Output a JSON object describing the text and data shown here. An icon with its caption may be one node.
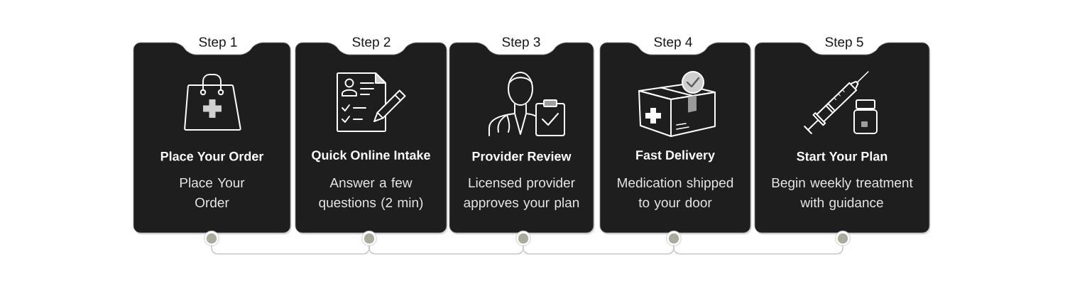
{
  "diagram": {
    "nodes": [
      {
        "text": [
          "Step 1",
          "Place Your Order",
          "Place Your Order"
        ]
      },
      {
        "text": [
          "Step 2",
          "Quick Online Intake",
          "Answer a few questions (2 min)"
        ]
      },
      {
        "text": [
          "Step 3",
          "Provider Review",
          "Licensed provider approves your plan"
        ]
      },
      {
        "text": [
          "Step 4",
          "Fast Delivery",
          "Medication shipped to your door"
        ]
      },
      {
        "text": [
          "Step 5",
          "Start Your Plan",
          "Begin weekly treatment with guidance"
        ]
      },
      {
        "text": [],
        "shape": "circle"
      },
      {
        "text": [],
        "shape": "circle"
      },
      {
        "text": [],
        "shape": "circle"
      },
      {
        "text": [],
        "shape": "circle"
      },
      {
        "text": [],
        "shape": "circle"
      }
    ],
    "edges": [
      {
        "from": 5,
        "to": 6,
        "arrow": "none"
      },
      {
        "from": 6,
        "to": 7,
        "arrow": "none"
      },
      {
        "from": 7,
        "to": 8,
        "arrow": "none"
      },
      {
        "from": 8,
        "to": 9,
        "arrow": "none"
      }
    ]
  }
}
